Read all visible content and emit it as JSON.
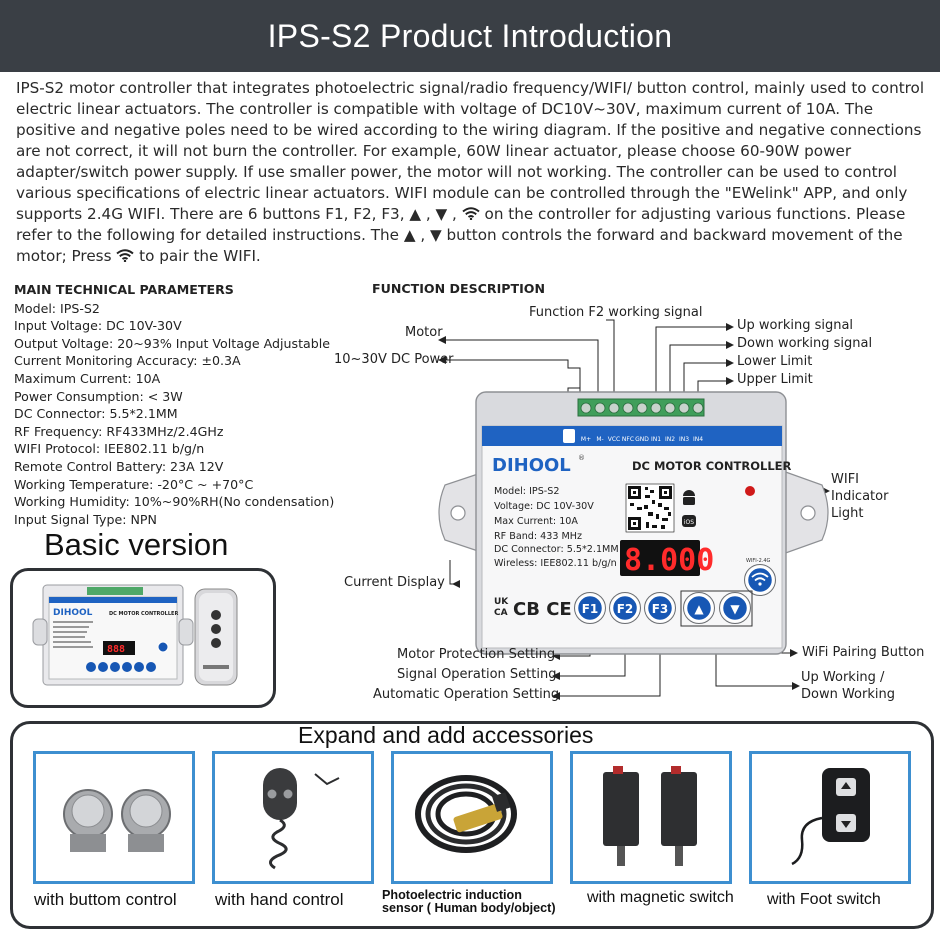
{
  "header": {
    "title": "IPS-S2  Product Introduction"
  },
  "intro": {
    "text_1": "IPS-S2 motor controller that integrates photoelectric signal/radio frequency/WIFI/ button control, mainly used to control electric linear actuators. The controller is compatible with voltage of DC10V~30V, maximum current of 10A. The positive and negative poles need to be wired according to the wiring diagram. If the positive and negative connections are not correct, it will not burn the controller. For example, 60W linear actuator, please choose 60-90W power adapter/switch power supply. If use smaller power, the motor will not working. The controller can be used to control various specifications of electric linear actuators. WIFI module can be controlled through the \"EWelink\" APP, and only supports 2.4G WIFI. There are 6 buttons F1, F2, F3, ",
    "text_2": " on the controller for adjusting various functions. Please refer to the following for detailed instructions. The ",
    "text_3": " button controls the forward and backward movement of the motor; Press ",
    "text_4": " to pair the WIFI.",
    "up": "▲",
    "down": "▼",
    "sep_1": " , ",
    "sep_2": " , ",
    "sep_3": " , ",
    "sep_4": " , "
  },
  "params": {
    "title": "MAIN TECHNICAL PARAMETERS",
    "items": [
      "Model: IPS-S2",
      "Input Voltage: DC 10V-30V",
      "Output Voltage:  20~93% Input Voltage Adjustable",
      "Current Monitoring Accuracy: ±0.3A",
      "Maximum Current: 10A",
      "Power Consumption:  < 3W",
      "DC Connector: 5.5*2.1MM",
      "RF Frequency: RF433MHz/2.4GHz",
      "WIFI Protocol: IEE802.11 b/g/n",
      "Remote Control Battery: 23A 12V",
      "Working Temperature: -20°C ~ +70°C",
      "Working Humidity: 10%~90%RH(No condensation)",
      "Input Signal Type: NPN"
    ]
  },
  "basic": {
    "title": "Basic version",
    "brand": "DIHOOL",
    "controller_title": "DC MOTOR CONTROLLER",
    "display": "888"
  },
  "function": {
    "title": "FUNCTION DESCRIPTION",
    "labels": {
      "f2_signal": "Function F2 working signal",
      "motor": "Motor",
      "dc_power": "10~30V DC Power",
      "up_signal": "Up working signal",
      "down_signal": "Down working signal",
      "lower_limit": "Lower Limit",
      "upper_limit": "Upper Limit",
      "wifi_indicator": "WIFI\nIndicator\nLight",
      "current_display": "Current Display",
      "wifi_pairing": "WiFi Pairing Button",
      "up_down": "Up Working /\nDown Working",
      "motor_protection": "Motor Protection Setting",
      "signal_operation": "Signal Operation Setting",
      "automatic_operation": "Automatic Operation Setting"
    },
    "device": {
      "brand": "DIHOOL",
      "registered": "®",
      "title": "DC MOTOR CONTROLLER",
      "specs": [
        "Model: IPS-S2",
        "Voltage: DC 10V-30V",
        "Max Current: 10A",
        "RF Band: 433 MHz",
        "DC Connector: 5.5*2.1MM",
        "Wireless: IEE802.11 b/g/n"
      ],
      "display": "8.000",
      "terminals": [
        "M+",
        "M-",
        "VCC",
        "NFC",
        "GND",
        "IN1",
        "IN2",
        "IN3",
        "IN4"
      ],
      "buttons": [
        "F1",
        "F2",
        "F3"
      ],
      "up": "▲",
      "down": "▼",
      "wifi_band": "WIFI-2.4G",
      "ios": "iOS",
      "cert": "CB CE",
      "ukca_top": "UK",
      "ukca_bottom": "CA"
    }
  },
  "accessories": {
    "title": "Expand and add accessories",
    "items": [
      {
        "caption": "with buttom control"
      },
      {
        "caption": "with hand control"
      },
      {
        "caption": "Photoelectric induction\nsensor ( Human body/object)"
      },
      {
        "caption": "with magnetic switch"
      },
      {
        "caption": "with Foot switch"
      }
    ]
  },
  "colors": {
    "header_bg": "#3a3f45",
    "device_blue": "#1f63c2",
    "button_blue": "#1757b4",
    "terminal_green": "#3f9e5a",
    "tile_border": "#3d8fd0",
    "display_red": "#ff2b2b"
  }
}
